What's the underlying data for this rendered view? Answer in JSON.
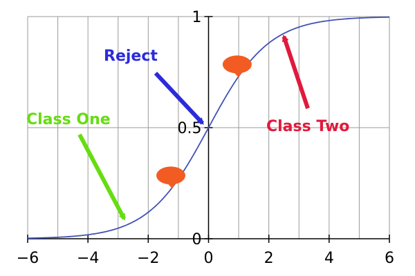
{
  "chart_data": {
    "type": "line",
    "function": "logistic",
    "xlim": [
      -6,
      6
    ],
    "ylim": [
      0,
      1
    ],
    "x_ticks": [
      -6,
      -4,
      -2,
      0,
      2,
      4,
      6
    ],
    "x_tick_labels": [
      "−6",
      "−4",
      "−2",
      "0",
      "2",
      "4",
      "6"
    ],
    "y_ticks": [
      0,
      0.5,
      1
    ],
    "y_tick_labels": [
      "0",
      "0.5",
      "1"
    ],
    "grid": true,
    "series": [
      {
        "color": "#3f51b5",
        "x": [
          -6,
          -5,
          -4,
          -3,
          -2,
          -1,
          0,
          1,
          2,
          3,
          4,
          5,
          6
        ],
        "y": [
          0.0025,
          0.0067,
          0.018,
          0.047,
          0.119,
          0.269,
          0.5,
          0.731,
          0.881,
          0.953,
          0.982,
          0.9933,
          0.9975
        ]
      }
    ],
    "annotations": [
      {
        "text": "Reject",
        "color": "#2b2bdb",
        "arrow_to": [
          -0.2,
          0.52
        ]
      },
      {
        "text": "Class One",
        "color": "#66dd11",
        "arrow_to": [
          -2.8,
          0.09
        ]
      },
      {
        "text": "Class Two",
        "color": "#e01a3c",
        "arrow_to": [
          2.5,
          0.91
        ]
      }
    ],
    "markers": [
      {
        "icon": "speech-bubble-icon",
        "color": "#f25c23",
        "x": -1.25,
        "y": 0.3
      },
      {
        "icon": "speech-bubble-icon",
        "color": "#f25c23",
        "x": 0.95,
        "y": 0.8
      }
    ]
  }
}
